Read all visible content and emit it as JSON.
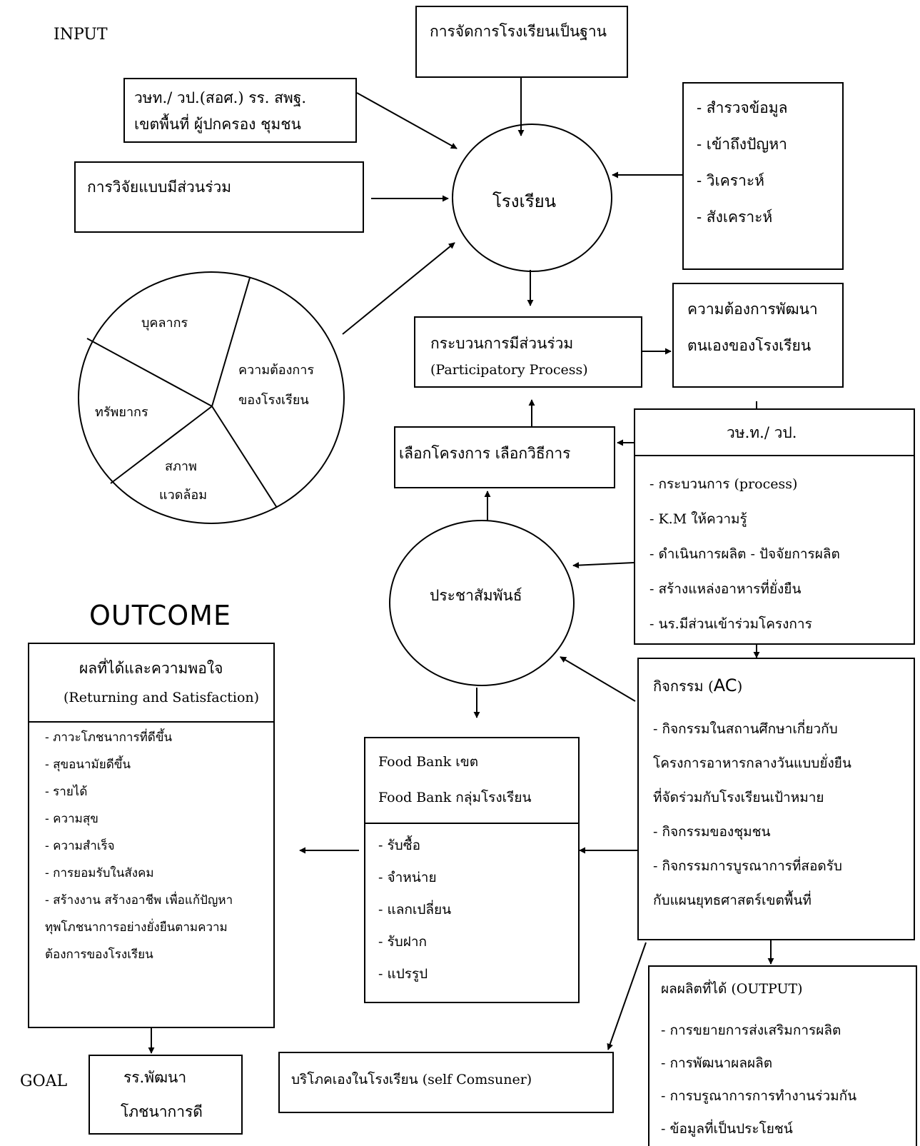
{
  "section_labels": {
    "input": "INPUT",
    "outcome": "OUTCOME",
    "goal": "GOAL"
  },
  "top_box": "การจัดการโรงเรียนเป็นฐาน",
  "stakeholders": [
    "วษท./ วป.(สอศ.) รร. สพฐ.",
    "เขตพื้นที่  ผู้ปกครอง ชุมชน"
  ],
  "research_box": "การวิจัยแบบมีส่วนร่วม",
  "school_circle": "โรงเรียน",
  "analysis_list": [
    "-  สำรวจข้อมูล",
    "-  เข้าถึงปัญหา",
    "-  วิเคราะห์",
    "-  สังเคราะห์"
  ],
  "resource_pie": {
    "personnel": "บุคลากร",
    "needs_line1": "ความต้องการ",
    "needs_line2": "ของโรงเรียน",
    "resources": "ทรัพยากร",
    "environment_line1": "สภาพ",
    "environment_line2": "แวดล้อม"
  },
  "participatory_process": [
    "กระบวนการมีส่วนร่วม",
    "(Participatory Process)"
  ],
  "self_development": [
    "ความต้องการพัฒนา",
    "ตนเองของโรงเรียน"
  ],
  "select_project": "เลือกโครงการ เลือกวิธีการ",
  "college_box": {
    "title": "วษ.ท./ วป.",
    "items": [
      "- กระบวนการ (process)",
      "- K.M         ให้ความรู้",
      "- ดำเนินการผลิต  -  ปัจจัยการผลิต",
      "- สร้างแหล่งอาหารที่ยั่งยืน",
      "- นร.มีส่วนเข้าร่วมโครงการ"
    ]
  },
  "pr_circle": "ประชาสัมพันธ์",
  "outcome_box": {
    "title": "ผลที่ได้และความพอใจ",
    "subtitle": "(Returning  and  Satisfaction)",
    "items": [
      "- ภาวะโภชนาการที่ดีขึ้น",
      "- สุขอนามัยดีขึ้น",
      "- รายได้",
      "-  ความสุข",
      "-  ความสำเร็จ",
      "- การยอมรับในสังคม",
      "- สร้างงาน สร้างอาชีพ เพื่อแก้ปัญหา",
      "ทุพโภชนาการอย่างยั่งยืนตามความ",
      "ต้องการของโรงเรียน"
    ]
  },
  "activity_box": {
    "title_prefix": "กิจกรรม (",
    "title_ac": "AC",
    "title_suffix": ")",
    "items": [
      "- กิจกรรมในสถานศึกษาเกี่ยวกับ",
      "โครงการอาหารกลางวันแบบยั่งยืน",
      "ที่จัดร่วมกับโรงเรียนเป้าหมาย",
      "- กิจกรรมของชุมชน",
      "- กิจกรรมการบูรณาการที่สอดรับ",
      "กับแผนยุทธศาสตร์เขตพื้นที่"
    ]
  },
  "food_bank_box": {
    "title_lines": [
      "Food  Bank เขต",
      "Food  Bank กลุ่มโรงเรียน"
    ],
    "items": [
      "- รับซื้อ",
      "- จำหน่าย",
      "- แลกเปลี่ยน",
      "- รับฝาก",
      "- แปรรูป"
    ]
  },
  "goal_box": [
    "รร.พัฒนา",
    "โภชนาการดี"
  ],
  "self_consumer": "บริโภคเองในโรงเรียน (self Comsuner)",
  "output_box": {
    "title": "ผลผลิตที่ได้  (OUTPUT)",
    "items": [
      "- การขยายการส่งเสริมการผลิต",
      "- การพัฒนาผลผลิต",
      "- การบรูณาการการทำงานร่วมกัน",
      "- ข้อมูลที่เป็นประโยชน์"
    ]
  }
}
